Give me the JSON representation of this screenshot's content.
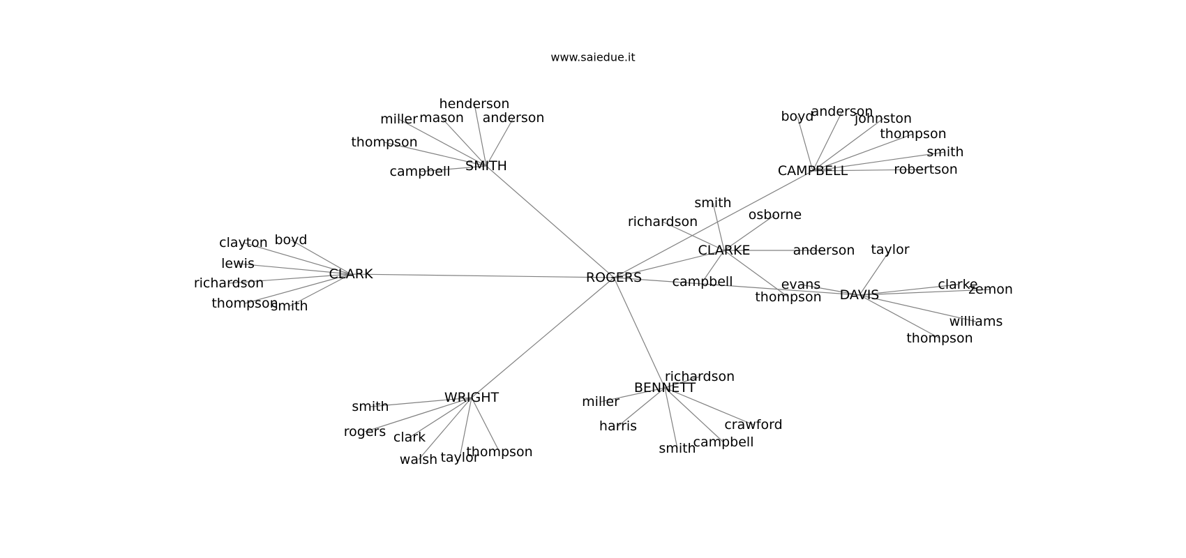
{
  "watermark": "www.saiedue.it",
  "graph": {
    "root": "ROGERS",
    "nodes": [
      {
        "id": "rogers",
        "label": "ROGERS"
      },
      {
        "id": "smith_hub",
        "label": "SMITH"
      },
      {
        "id": "clark_hub",
        "label": "CLARK"
      },
      {
        "id": "wright_hub",
        "label": "WRIGHT"
      },
      {
        "id": "bennett_hub",
        "label": "BENNETT"
      },
      {
        "id": "clarke_hub",
        "label": "CLARKE"
      },
      {
        "id": "campbell_hub",
        "label": "CAMPBELL"
      },
      {
        "id": "davis_hub",
        "label": "DAVIS"
      },
      {
        "id": "smith_henderson",
        "label": "henderson"
      },
      {
        "id": "smith_miller",
        "label": "miller"
      },
      {
        "id": "smith_mason",
        "label": "mason"
      },
      {
        "id": "smith_anderson",
        "label": "anderson"
      },
      {
        "id": "smith_thompson",
        "label": "thompson"
      },
      {
        "id": "smith_campbell",
        "label": "campbell"
      },
      {
        "id": "clark_clayton",
        "label": "clayton"
      },
      {
        "id": "clark_boyd",
        "label": "boyd"
      },
      {
        "id": "clark_lewis",
        "label": "lewis"
      },
      {
        "id": "clark_richardson",
        "label": "richardson"
      },
      {
        "id": "clark_thompson",
        "label": "thompson"
      },
      {
        "id": "clark_smith",
        "label": "smith"
      },
      {
        "id": "wright_smith",
        "label": "smith"
      },
      {
        "id": "wright_rogers",
        "label": "rogers"
      },
      {
        "id": "wright_clark",
        "label": "clark"
      },
      {
        "id": "wright_walsh",
        "label": "walsh"
      },
      {
        "id": "wright_taylor",
        "label": "taylor"
      },
      {
        "id": "wright_thompson",
        "label": "thompson"
      },
      {
        "id": "bennett_richardson",
        "label": "richardson"
      },
      {
        "id": "bennett_miller",
        "label": "miller"
      },
      {
        "id": "bennett_harris",
        "label": "harris"
      },
      {
        "id": "bennett_smith",
        "label": "smith"
      },
      {
        "id": "bennett_campbell",
        "label": "campbell"
      },
      {
        "id": "bennett_crawford",
        "label": "crawford"
      },
      {
        "id": "clarke_smith",
        "label": "smith"
      },
      {
        "id": "clarke_richardson",
        "label": "richardson"
      },
      {
        "id": "clarke_osborne",
        "label": "osborne"
      },
      {
        "id": "clarke_anderson",
        "label": "anderson"
      },
      {
        "id": "clarke_campbell",
        "label": "campbell"
      },
      {
        "id": "clarke_thompson",
        "label": "thompson"
      },
      {
        "id": "campbell_boyd",
        "label": "boyd"
      },
      {
        "id": "campbell_anderson",
        "label": "anderson"
      },
      {
        "id": "campbell_johnston",
        "label": "johnston"
      },
      {
        "id": "campbell_thompson",
        "label": "thompson"
      },
      {
        "id": "campbell_smith",
        "label": "smith"
      },
      {
        "id": "campbell_robertson",
        "label": "robertson"
      },
      {
        "id": "davis_taylor",
        "label": "taylor"
      },
      {
        "id": "davis_evans",
        "label": "evans"
      },
      {
        "id": "davis_clarke",
        "label": "clarke"
      },
      {
        "id": "davis_zemon",
        "label": "zemon"
      },
      {
        "id": "davis_williams",
        "label": "williams"
      },
      {
        "id": "davis_thompson",
        "label": "thompson"
      }
    ],
    "edges": [
      [
        "rogers",
        "smith_hub"
      ],
      [
        "rogers",
        "clark_hub"
      ],
      [
        "rogers",
        "wright_hub"
      ],
      [
        "rogers",
        "bennett_hub"
      ],
      [
        "rogers",
        "clarke_hub"
      ],
      [
        "rogers",
        "campbell_hub"
      ],
      [
        "rogers",
        "davis_hub"
      ],
      [
        "smith_hub",
        "smith_henderson"
      ],
      [
        "smith_hub",
        "smith_miller"
      ],
      [
        "smith_hub",
        "smith_mason"
      ],
      [
        "smith_hub",
        "smith_anderson"
      ],
      [
        "smith_hub",
        "smith_thompson"
      ],
      [
        "smith_hub",
        "smith_campbell"
      ],
      [
        "clark_hub",
        "clark_clayton"
      ],
      [
        "clark_hub",
        "clark_boyd"
      ],
      [
        "clark_hub",
        "clark_lewis"
      ],
      [
        "clark_hub",
        "clark_richardson"
      ],
      [
        "clark_hub",
        "clark_thompson"
      ],
      [
        "clark_hub",
        "clark_smith"
      ],
      [
        "wright_hub",
        "wright_smith"
      ],
      [
        "wright_hub",
        "wright_rogers"
      ],
      [
        "wright_hub",
        "wright_clark"
      ],
      [
        "wright_hub",
        "wright_walsh"
      ],
      [
        "wright_hub",
        "wright_taylor"
      ],
      [
        "wright_hub",
        "wright_thompson"
      ],
      [
        "bennett_hub",
        "bennett_richardson"
      ],
      [
        "bennett_hub",
        "bennett_miller"
      ],
      [
        "bennett_hub",
        "bennett_harris"
      ],
      [
        "bennett_hub",
        "bennett_smith"
      ],
      [
        "bennett_hub",
        "bennett_campbell"
      ],
      [
        "bennett_hub",
        "bennett_crawford"
      ],
      [
        "clarke_hub",
        "clarke_smith"
      ],
      [
        "clarke_hub",
        "clarke_richardson"
      ],
      [
        "clarke_hub",
        "clarke_osborne"
      ],
      [
        "clarke_hub",
        "clarke_anderson"
      ],
      [
        "clarke_hub",
        "clarke_campbell"
      ],
      [
        "clarke_hub",
        "clarke_thompson"
      ],
      [
        "campbell_hub",
        "campbell_boyd"
      ],
      [
        "campbell_hub",
        "campbell_anderson"
      ],
      [
        "campbell_hub",
        "campbell_johnston"
      ],
      [
        "campbell_hub",
        "campbell_thompson"
      ],
      [
        "campbell_hub",
        "campbell_smith"
      ],
      [
        "campbell_hub",
        "campbell_robertson"
      ],
      [
        "davis_hub",
        "davis_taylor"
      ],
      [
        "davis_hub",
        "davis_evans"
      ],
      [
        "davis_hub",
        "davis_clarke"
      ],
      [
        "davis_hub",
        "davis_zemon"
      ],
      [
        "davis_hub",
        "davis_williams"
      ],
      [
        "davis_hub",
        "davis_thompson"
      ]
    ]
  }
}
